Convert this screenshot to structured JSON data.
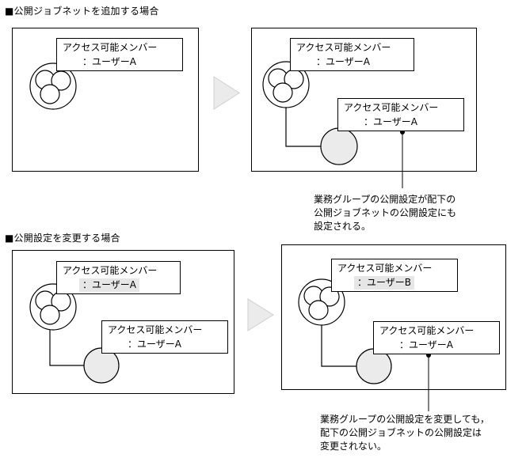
{
  "sections": {
    "add": {
      "heading": "■公開ジョブネットを追加する場合"
    },
    "change": {
      "heading": "■公開設定を変更する場合"
    }
  },
  "labels": {
    "access_title": "アクセス可能メンバー",
    "user_a": "：ユーザーA",
    "user_b": "：ユーザーB"
  },
  "notes": {
    "add": [
      "業務グループの公開設定が配下の",
      "公開ジョブネットの公開設定にも",
      "設定される。"
    ],
    "change": [
      "業務グループの公開設定を変更しても，",
      "配下の公開ジョブネットの公開設定は",
      "変更されない。"
    ]
  },
  "colors": {
    "arrow_fill": "#ebebeb",
    "highlight_fill": "#e6e6e6",
    "line": "#000000"
  }
}
